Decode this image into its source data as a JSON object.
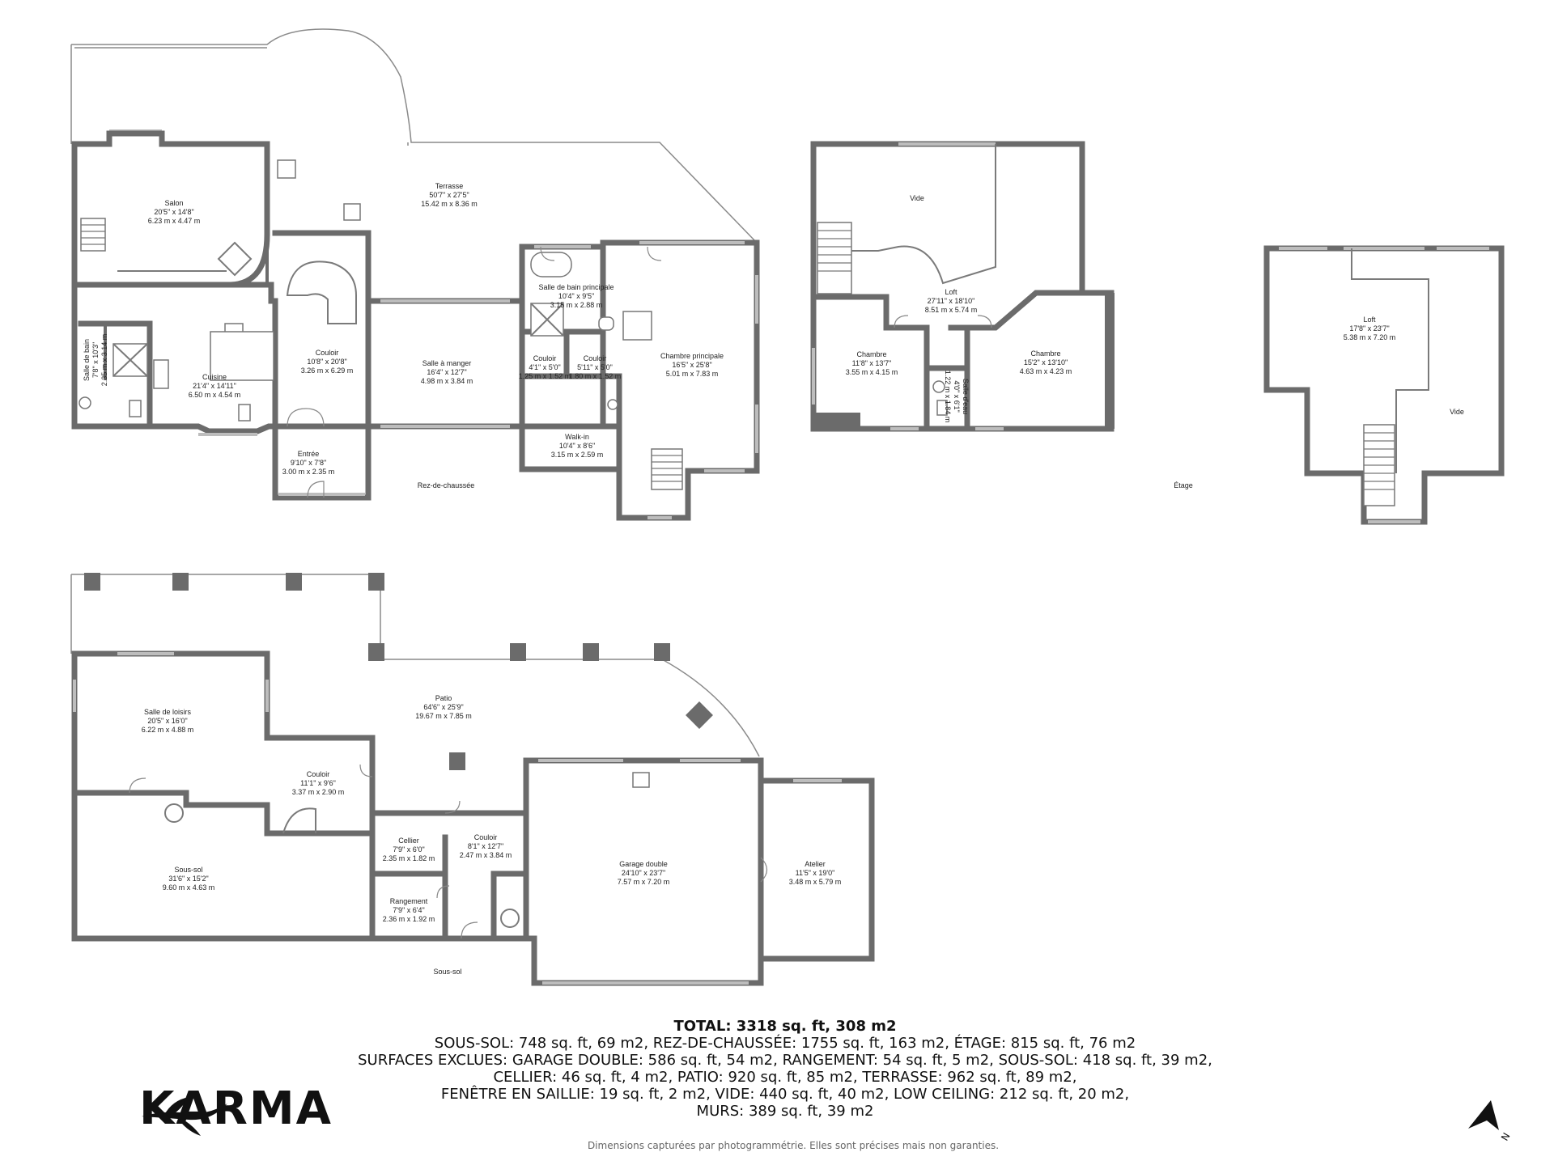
{
  "floors": {
    "ground": "Rez-de-chaussée",
    "upper": "Étage",
    "basement": "Sous-sol"
  },
  "rooms": {
    "terrasse": {
      "name": "Terrasse",
      "imperial": "50'7\" x 27'5\"",
      "metric": "15.42 m x 8.36 m"
    },
    "salon": {
      "name": "Salon",
      "imperial": "20'5\" x 14'8\"",
      "metric": "6.23 m x 4.47 m"
    },
    "couloir_gf": {
      "name": "Couloir",
      "imperial": "10'8\" x 20'8\"",
      "metric": "3.26 m x 6.29 m"
    },
    "cuisine": {
      "name": "Cuisine",
      "imperial": "21'4\" x 14'11\"",
      "metric": "6.50 m x 4.54 m"
    },
    "salle_bain": {
      "name": "Salle de bain",
      "imperial": "7'8\" x 10'3\"",
      "metric": "2.35 m x 3.14 m"
    },
    "salle_manger": {
      "name": "Salle à manger",
      "imperial": "16'4\" x 12'7\"",
      "metric": "4.98 m x 3.84 m"
    },
    "entree": {
      "name": "Entrée",
      "imperial": "9'10\" x 7'8\"",
      "metric": "3.00 m x 2.35 m"
    },
    "sdb_principale": {
      "name": "Salle de bain principale",
      "imperial": "10'4\" x 9'5\"",
      "metric": "3.15 m x 2.88 m"
    },
    "couloir_a": {
      "name": "Couloir",
      "imperial": "4'1\" x 5'0\"",
      "metric": "1.25 m x 1.52 m"
    },
    "couloir_b": {
      "name": "Couloir",
      "imperial": "5'11\" x 5'0\"",
      "metric": "1.80 m x 1.52 m"
    },
    "walkin": {
      "name": "Walk-in",
      "imperial": "10'4\" x 8'6\"",
      "metric": "3.15 m x 2.59 m"
    },
    "chambre_principale": {
      "name": "Chambre principale",
      "imperial": "16'5\" x 25'8\"",
      "metric": "5.01 m x 7.83 m"
    },
    "vide_1": {
      "name": "Vide"
    },
    "loft_1": {
      "name": "Loft",
      "imperial": "27'11\" x 18'10\"",
      "metric": "8.51 m x 5.74 m"
    },
    "chambre_1": {
      "name": "Chambre",
      "imperial": "11'8\" x 13'7\"",
      "metric": "3.55 m x 4.15 m"
    },
    "salle_eau": {
      "name": "Salle d'eau",
      "imperial": "4'0\" x 6'1\"",
      "metric": "1.22 m x 1.84 m"
    },
    "chambre_2": {
      "name": "Chambre",
      "imperial": "15'2\" x 13'10\"",
      "metric": "4.63 m x 4.23 m"
    },
    "loft_2": {
      "name": "Loft",
      "imperial": "17'8\" x 23'7\"",
      "metric": "5.38 m x 7.20 m"
    },
    "vide_2": {
      "name": "Vide"
    },
    "patio": {
      "name": "Patio",
      "imperial": "64'6\" x 25'9\"",
      "metric": "19.67 m x 7.85 m"
    },
    "salle_loisirs": {
      "name": "Salle de loisirs",
      "imperial": "20'5\" x 16'0\"",
      "metric": "6.22 m x 4.88 m"
    },
    "couloir_bs": {
      "name": "Couloir",
      "imperial": "11'1\" x 9'6\"",
      "metric": "3.37 m x 2.90 m"
    },
    "sous_sol": {
      "name": "Sous-sol",
      "imperial": "31'6\" x 15'2\"",
      "metric": "9.60 m x 4.63 m"
    },
    "cellier": {
      "name": "Cellier",
      "imperial": "7'9\" x 6'0\"",
      "metric": "2.35 m x 1.82 m"
    },
    "couloir_bs2": {
      "name": "Couloir",
      "imperial": "8'1\" x 12'7\"",
      "metric": "2.47 m x 3.84 m"
    },
    "rangement": {
      "name": "Rangement",
      "imperial": "7'9\" x 6'4\"",
      "metric": "2.36 m x 1.92 m"
    },
    "garage": {
      "name": "Garage double",
      "imperial": "24'10\" x 23'7\"",
      "metric": "7.57 m x 7.20 m"
    },
    "atelier": {
      "name": "Atelier",
      "imperial": "11'5\" x 19'0\"",
      "metric": "3.48 m x 5.79 m"
    }
  },
  "summary": {
    "total": "TOTAL: 3318 sq. ft, 308 m2",
    "line1": "SOUS-SOL: 748 sq. ft, 69 m2, REZ-DE-CHAUSSÉE: 1755 sq. ft, 163 m2, ÉTAGE: 815 sq. ft, 76 m2",
    "line2": "SURFACES EXCLUES: GARAGE DOUBLE: 586 sq. ft, 54 m2, RANGEMENT: 54 sq. ft, 5 m2, SOUS-SOL: 418 sq. ft, 39 m2,",
    "line3": "CELLIER: 46 sq. ft, 4 m2, PATIO: 920 sq. ft, 85 m2, TERRASSE: 962 sq. ft, 89 m2,",
    "line4": "FENÊTRE EN SAILLIE: 19 sq. ft, 2 m2, VIDE: 440 sq. ft, 40 m2, LOW CEILING: 212 sq. ft, 20 m2,",
    "line5": "MURS: 389 sq. ft, 39 m2"
  },
  "disclaimer": "Dimensions capturées par photogrammétrie. Elles sont précises mais non garanties.",
  "brand": "KARMA",
  "north_label": "N",
  "colors": {
    "walls": "#6b6b6b",
    "windows": "#bdbdbd",
    "text": "#222222"
  }
}
